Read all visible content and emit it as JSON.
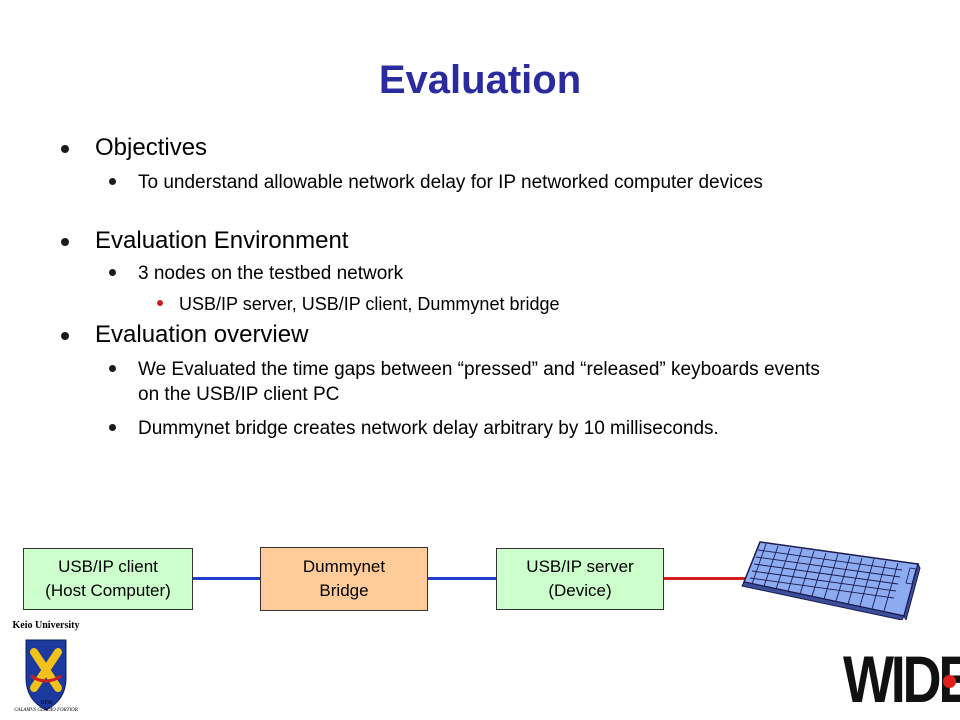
{
  "title": "Evaluation",
  "sections": [
    {
      "label": "Objectives",
      "items": [
        {
          "text": "To understand allowable network delay for IP networked computer devices"
        }
      ]
    },
    {
      "label": "Evaluation Environment",
      "items": [
        {
          "text": "3 nodes on the testbed network",
          "subitems": [
            "USB/IP server, USB/IP client, Dummynet bridge"
          ]
        }
      ]
    },
    {
      "label": "Evaluation overview",
      "items": [
        {
          "text": "We Evaluated the time gaps between “pressed” and “released” keyboards events on the USB/IP client PC"
        },
        {
          "text": "Dummynet bridge creates network delay arbitrary by 10 milliseconds."
        }
      ]
    }
  ],
  "diagram": {
    "client": {
      "line1": "USB/IP client",
      "line2": "(Host Computer)"
    },
    "bridge": {
      "line1": "Dummynet",
      "line2": "Bridge"
    },
    "server": {
      "line1": "USB/IP server",
      "line2": "(Device)"
    }
  },
  "logos": {
    "keio": {
      "name": "Keio University",
      "year": "1858",
      "motto": "CALAMVS GLADIO FORTIOR"
    },
    "wide": {
      "text": "WIDE"
    }
  },
  "colors": {
    "title": "#2b2ba0",
    "box_green": "#ccffcc",
    "box_orange": "#ffcc99",
    "link_blue": "#1f3fcc",
    "link_red": "#d42020",
    "keyboard": "#8cabf0"
  }
}
